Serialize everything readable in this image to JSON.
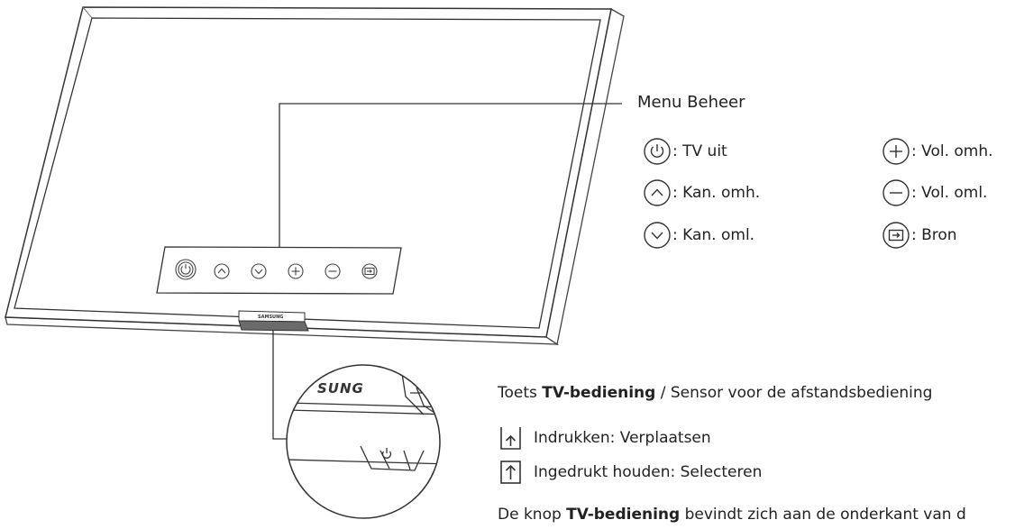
{
  "menu": {
    "title": "Menu Beheer",
    "items": [
      {
        "icon": "power-icon",
        "label": ": TV uit"
      },
      {
        "icon": "chevron-up-icon",
        "label": ": Kan. omh."
      },
      {
        "icon": "chevron-down-icon",
        "label": ": Kan. oml."
      },
      {
        "icon": "plus-icon",
        "label": ": Vol. omh."
      },
      {
        "icon": "minus-icon",
        "label": ": Vol. oml."
      },
      {
        "icon": "source-icon",
        "label": ": Bron"
      }
    ]
  },
  "tv": {
    "brand": "SAMSUNG",
    "zoom_brand_fragment": "SUNG"
  },
  "controller": {
    "heading_plain": "Toets ",
    "heading_bold": "TV-bediening",
    "heading_rest": " / Sensor voor de afstandsbediening",
    "press_label": "Indrukken: Verplaatsen",
    "hold_label": "Ingedrukt houden: Selecteren",
    "note_plain": "De knop ",
    "note_bold": "TV-bediening",
    "note_rest": " bevindt zich aan de onderkant van d"
  }
}
